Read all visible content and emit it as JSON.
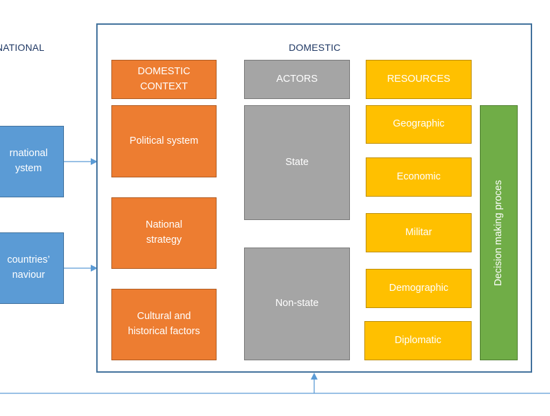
{
  "left_section": {
    "title": "NATIONAL",
    "boxes": [
      {
        "text": "rnational\nystem"
      },
      {
        "text": "countries’\nnaviour"
      }
    ]
  },
  "domestic": {
    "title": "DOMESTIC",
    "context": {
      "header": "DOMESTIC\nCONTEXT",
      "items": [
        "Political system",
        "National\nstrategy",
        "Cultural and\nhistorical factors"
      ]
    },
    "actors": {
      "header": "ACTORS",
      "items": [
        "State",
        "Non-state"
      ]
    },
    "resources": {
      "header": "RESOURCES",
      "items": [
        "Geographic",
        "Economic",
        "Militar",
        "Demographic",
        "Diplomatic"
      ]
    },
    "decision": {
      "text": "Decision making proces"
    }
  },
  "colors": {
    "context": "#ed7d31",
    "actors": "#a5a5a5",
    "resources": "#ffc000",
    "international": "#5b9bd5",
    "decision": "#70ad47",
    "frame": "#41719c",
    "connector": "#5b9bd5"
  }
}
